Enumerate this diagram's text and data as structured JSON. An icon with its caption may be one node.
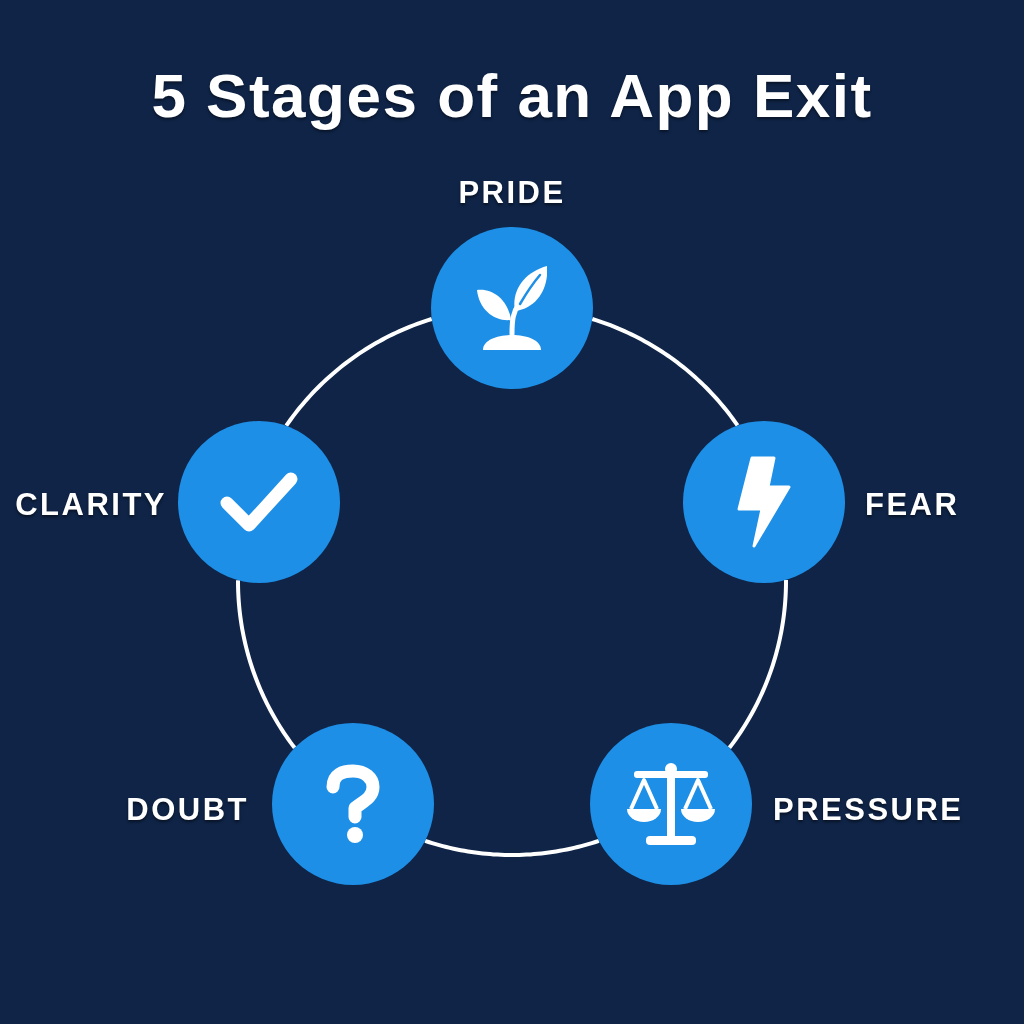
{
  "diagram": {
    "title": "5 Stages of an App Exit",
    "nodes": [
      {
        "text": [],
        "shape": "circle",
        "beside": [
          "PRIDE"
        ]
      },
      {
        "text": [],
        "shape": "circle",
        "beside": [
          "FEAR"
        ]
      },
      {
        "text": [],
        "shape": "circle",
        "beside": [
          "PRESSURE"
        ]
      },
      {
        "text": [],
        "shape": "circle",
        "beside": [
          "DOUBT"
        ]
      },
      {
        "text": [],
        "shape": "circle",
        "beside": [
          "CLARITY"
        ]
      }
    ],
    "edges": [
      {
        "from": 0,
        "to": 1,
        "arrow": "none"
      },
      {
        "from": 1,
        "to": 2,
        "arrow": "none"
      },
      {
        "from": 2,
        "to": 3,
        "arrow": "none"
      },
      {
        "from": 3,
        "to": 4,
        "arrow": "none"
      },
      {
        "from": 4,
        "to": 0,
        "arrow": "none"
      }
    ]
  }
}
